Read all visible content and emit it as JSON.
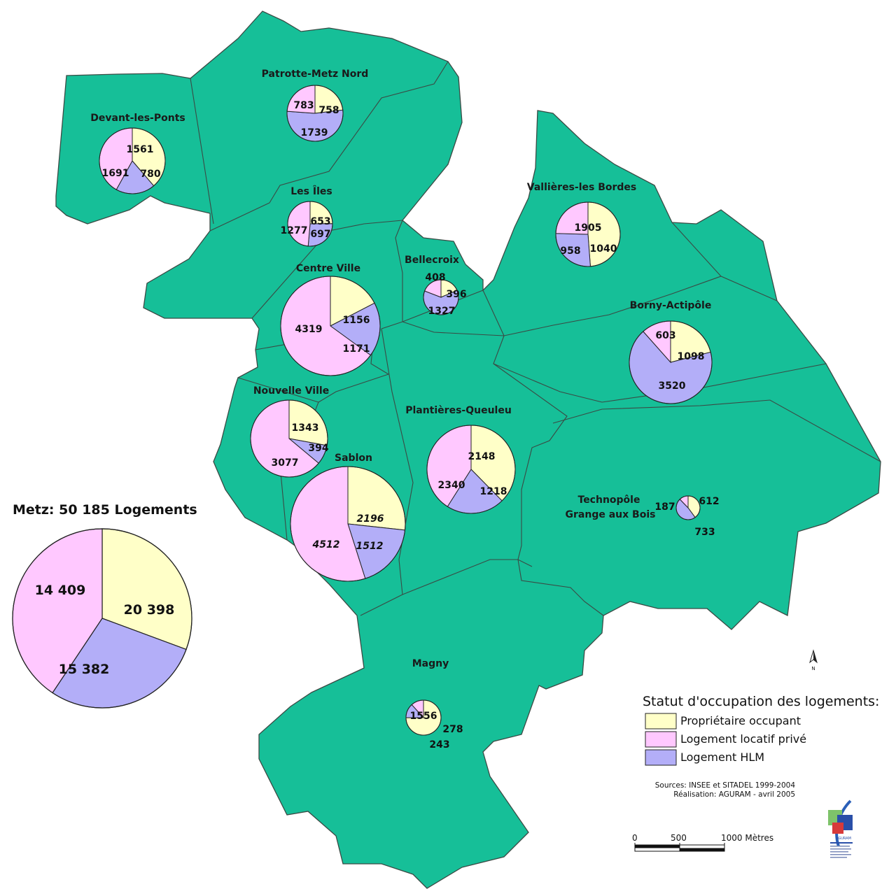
{
  "colors": {
    "land": "#16bf98",
    "border": "#3a4a44",
    "proprietaire": "#ffffc8",
    "locatif": "#ffc8ff",
    "hlm": "#b3aef8"
  },
  "total": {
    "title": "Metz: 50 185 Logements",
    "labels": {
      "proprietaire": "15 382",
      "locatif": "20 398",
      "hlm": "14 409"
    },
    "values": {
      "proprietaire": 15382,
      "locatif": 20398,
      "hlm": 14409
    }
  },
  "quartiers": [
    {
      "name": "Devant-les-Ponts",
      "proprietaire": 1561,
      "locatif": 1691,
      "hlm": 780
    },
    {
      "name": "Patrotte-Metz Nord",
      "proprietaire": 758,
      "locatif": 783,
      "hlm": 1739
    },
    {
      "name": "Les Îles",
      "proprietaire": 653,
      "locatif": 1277,
      "hlm": 697
    },
    {
      "name": "Vallières-les Bordes",
      "proprietaire": 1905,
      "locatif": 958,
      "hlm": 1040
    },
    {
      "name": "Bellecroix",
      "proprietaire": 396,
      "locatif": 408,
      "hlm": 1327
    },
    {
      "name": "Centre Ville",
      "proprietaire": 1156,
      "locatif": 4319,
      "hlm": 1171
    },
    {
      "name": "Borny-Actipôle",
      "proprietaire": 1098,
      "locatif": 603,
      "hlm": 3520
    },
    {
      "name": "Nouvelle Ville",
      "proprietaire": 1343,
      "locatif": 3077,
      "hlm": 394
    },
    {
      "name": "Sablon",
      "proprietaire": 2196,
      "locatif": 4512,
      "hlm": 1512
    },
    {
      "name": "Plantières-Queuleu",
      "proprietaire": 2148,
      "locatif": 2340,
      "hlm": 1218
    },
    {
      "name": "Technopôle",
      "name2": "Grange aux Bois",
      "proprietaire": 612,
      "locatif": 187,
      "hlm": 733
    },
    {
      "name": "Magny",
      "proprietaire": 1556,
      "locatif": 243,
      "hlm": 278
    }
  ],
  "legend": {
    "title": "Statut d'occupation des logements:",
    "items": [
      {
        "key": "proprietaire",
        "label": "Propriétaire occupant"
      },
      {
        "key": "locatif",
        "label": "Logement locatif privé"
      },
      {
        "key": "hlm",
        "label": "Logement HLM"
      }
    ]
  },
  "sources": {
    "line1": "Sources: INSEE et SITADEL 1999-2004",
    "line2": "Réalisation: AGURAM - avril 2005"
  },
  "scale": {
    "ticks": [
      "0",
      "500",
      "1000 Mètres"
    ]
  },
  "north": {
    "label": "N",
    "icon": "north-arrow-icon"
  },
  "logo": {
    "name": "AGURAM",
    "icon": "aguram-logo-icon"
  }
}
